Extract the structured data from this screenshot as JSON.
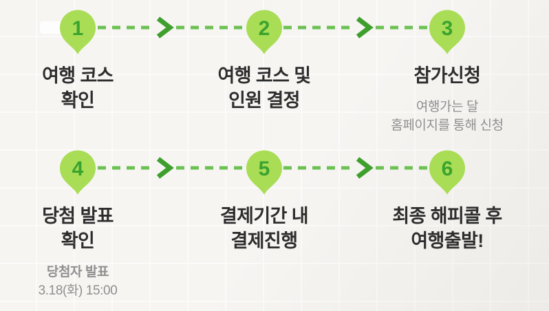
{
  "colors": {
    "background": "#f6f5f2",
    "grid_line": "#fcfbfa",
    "pin_fill": "#a9dd55",
    "pin_number": "#3aa32e",
    "dash": "#6cc153",
    "chevron": "#3f9f2d",
    "title": "#2d2d2d",
    "subtitle": "#8f8f8f"
  },
  "steps": [
    {
      "number": "1",
      "title_lines": [
        "여행 코스",
        "확인"
      ],
      "subtitle_lines": []
    },
    {
      "number": "2",
      "title_lines": [
        "여행 코스 및",
        "인원 결정"
      ],
      "subtitle_lines": []
    },
    {
      "number": "3",
      "title_lines": [
        "참가신청"
      ],
      "subtitle_lines": [
        "여행가는 달",
        "홈페이지를 통해 신청"
      ]
    },
    {
      "number": "4",
      "title_lines": [
        "당첨 발표",
        "확인"
      ],
      "subtitle_lines": [
        "당첨자 발표",
        "3.18(화) 15:00"
      ]
    },
    {
      "number": "5",
      "title_lines": [
        "결제기간 내",
        "결제진행"
      ],
      "subtitle_lines": []
    },
    {
      "number": "6",
      "title_lines": [
        "최종 해피콜 후",
        "여행출발!"
      ],
      "subtitle_lines": []
    }
  ]
}
